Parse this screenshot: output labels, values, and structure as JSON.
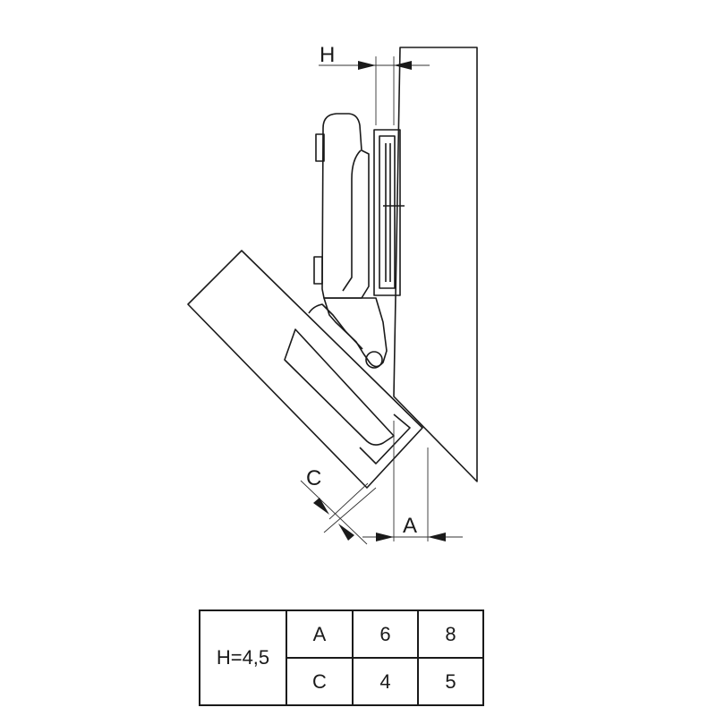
{
  "dimensions": {
    "h_label": "H",
    "a_label": "A",
    "c_label": "C"
  },
  "table": {
    "h_value": "H=4,5",
    "rows": [
      {
        "label": "A",
        "values": [
          "6",
          "8"
        ]
      },
      {
        "label": "C",
        "values": [
          "4",
          "5"
        ]
      }
    ]
  },
  "colors": {
    "line": "#1a1a1a",
    "thin_line": "#333333",
    "background": "#ffffff"
  }
}
